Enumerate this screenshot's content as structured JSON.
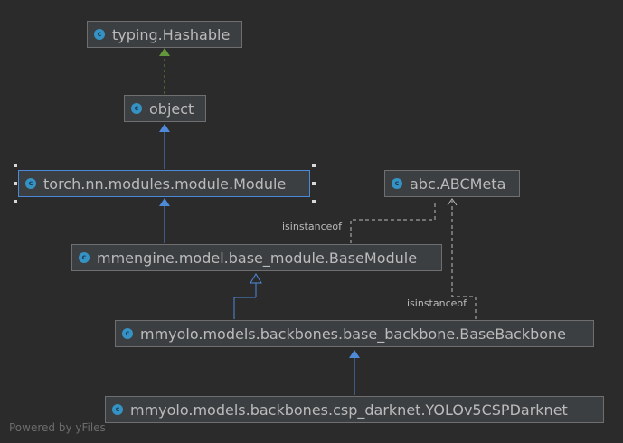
{
  "nodes": {
    "hashable": "typing.Hashable",
    "object": "object",
    "module": "torch.nn.modules.module.Module",
    "abcmeta": "abc.ABCMeta",
    "basemodule": "mmengine.model.base_module.BaseModule",
    "basebackbone": "mmyolo.models.backbones.base_backbone.BaseBackbone",
    "darknet": "mmyolo.models.backbones.csp_darknet.YOLOv5CSPDarknet"
  },
  "edges": {
    "isinstanceof_1": "isinstanceof",
    "isinstanceof_2": "isinstanceof"
  },
  "icon_letter": "c",
  "footer": "Powered by yFiles",
  "colors": {
    "background": "#2b2b2b",
    "node_fill": "#3c3f41",
    "node_border": "#6f6f6f",
    "class_icon": "#3592c4",
    "inherit_edge": "#4e8ad8",
    "interface_edge": "#62973b",
    "dependency_edge": "#bbbbbb"
  }
}
